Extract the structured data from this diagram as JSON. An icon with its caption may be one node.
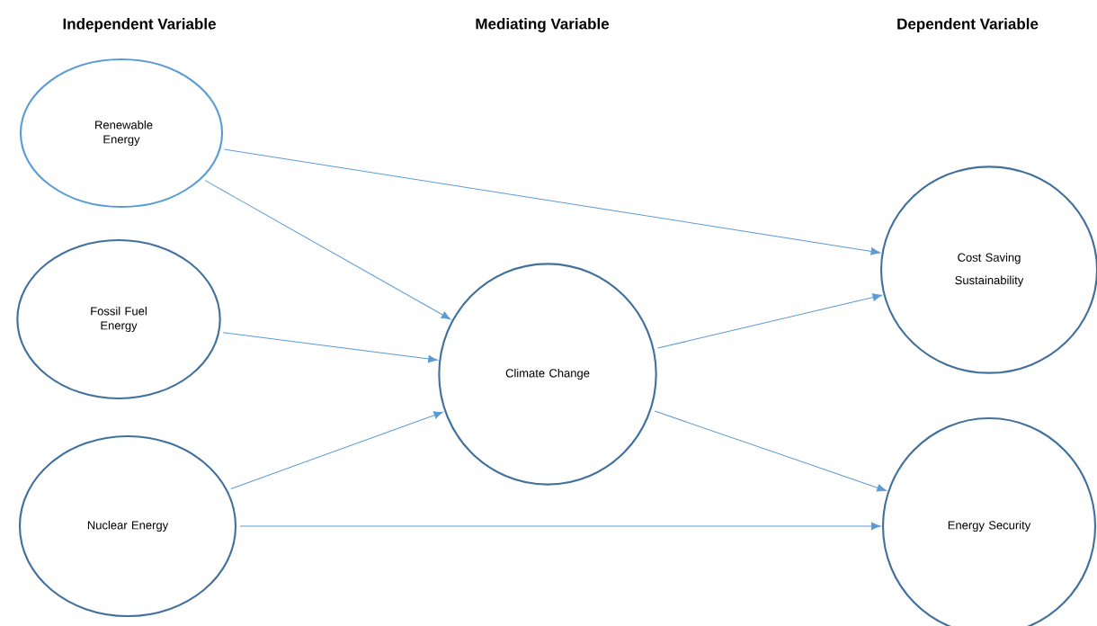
{
  "diagram": {
    "nodes": [
      {
        "text": [
          "Renewable Energy"
        ]
      },
      {
        "text": [
          "Fossil Fuel Energy"
        ]
      },
      {
        "text": [
          "Nuclear Energy"
        ]
      },
      {
        "text": [
          "Climate Change"
        ]
      },
      {
        "text": [
          "Cost Saving",
          "Sustainability"
        ]
      },
      {
        "text": [
          "Energy Security"
        ]
      }
    ],
    "edges": [
      {
        "from": 0,
        "to": 4,
        "arrow": "to"
      },
      {
        "from": 0,
        "to": 3,
        "arrow": "to"
      },
      {
        "from": 1,
        "to": 3,
        "arrow": "to"
      },
      {
        "from": 2,
        "to": 3,
        "arrow": "to"
      },
      {
        "from": 3,
        "to": 4,
        "arrow": "to"
      },
      {
        "from": 3,
        "to": 5,
        "arrow": "to"
      },
      {
        "from": 2,
        "to": 5,
        "arrow": "to"
      }
    ],
    "labels": [
      "Independent Variable",
      "Mediating Variable",
      "Dependent Variable"
    ]
  }
}
